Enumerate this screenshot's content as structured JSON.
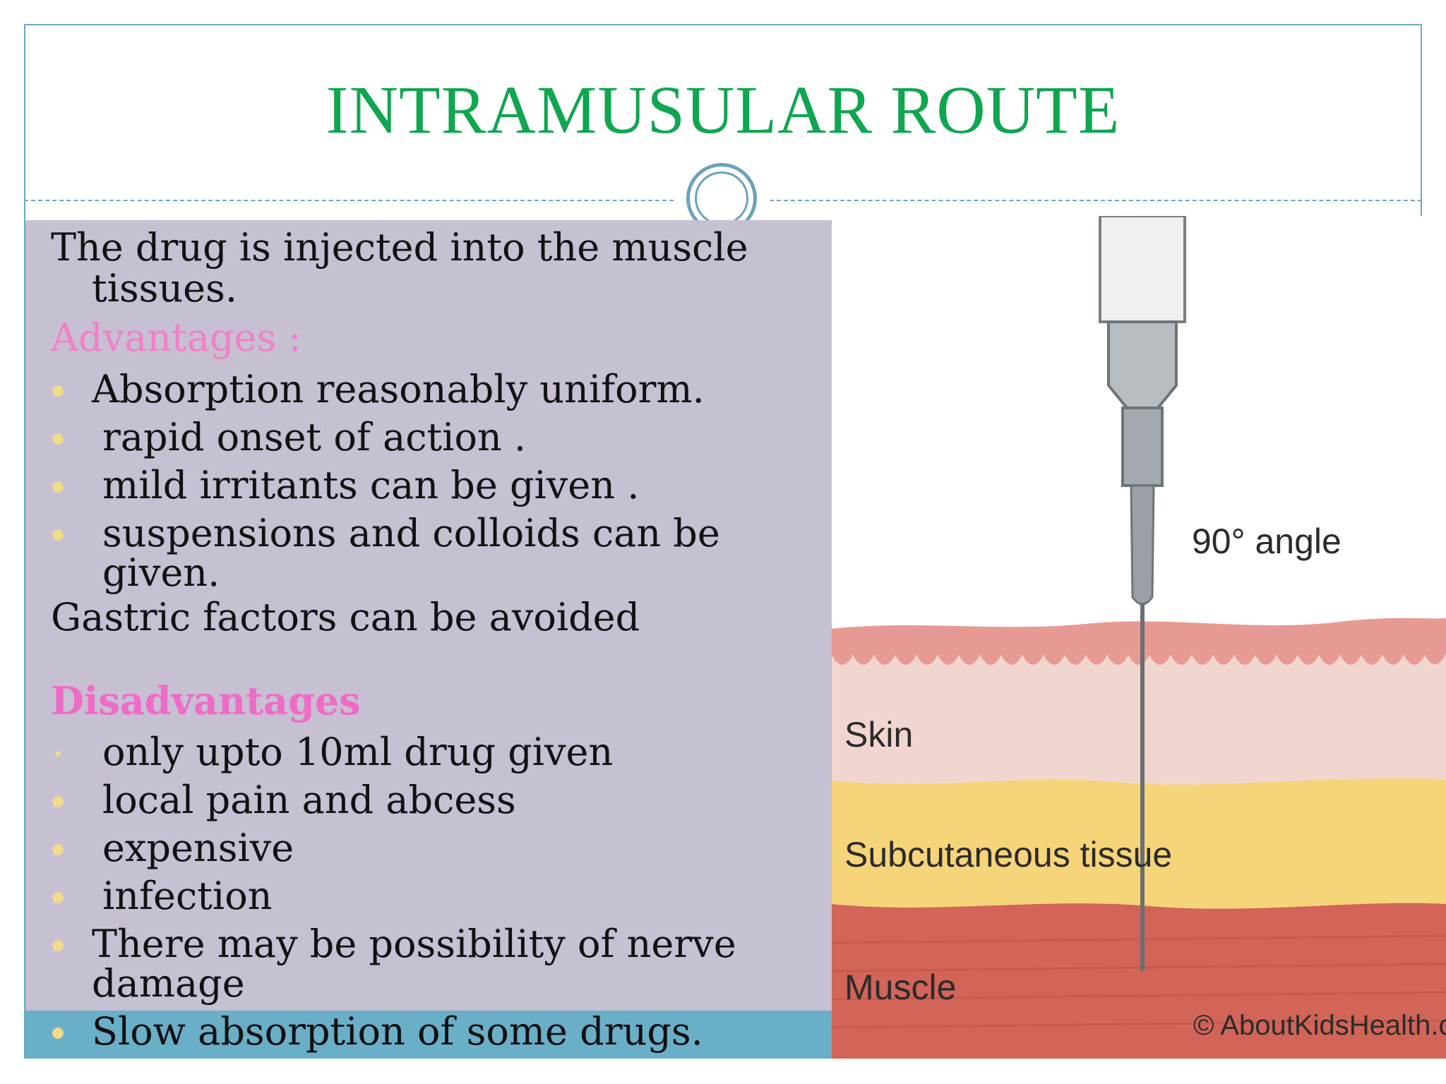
{
  "slide": {
    "title": "INTRAMUSULAR ROUTE",
    "intro": "The drug is injected into the muscle tissues.",
    "advantages_heading": "Advantages :",
    "advantages": [
      "Absorption  reasonably  uniform.",
      " rapid onset of action .",
      " mild irritants can be given .",
      " suspensions and colloids can be given."
    ],
    "note": "Gastric factors can be avoided",
    "disadvantages_heading": "Disadvantages",
    "disadvantages": [
      " only upto 10ml drug given",
      " local pain and abcess",
      " expensive",
      " infection",
      "There may be possibility of nerve damage",
      "Slow absorption of some drugs."
    ]
  },
  "illustration": {
    "angle_label": "90° angle",
    "skin_label": "Skin",
    "subcutaneous_label": "Subcutaneous tissue",
    "muscle_label": "Muscle",
    "credit": "© AboutKidsHealth.ca",
    "colors": {
      "skin": "#f1d6d0",
      "epidermis": "#e79a93",
      "fat": "#f6d47a",
      "muscle": "#d26458",
      "needle": "#9aa0a5"
    }
  },
  "colors": {
    "title": "#0fa64f",
    "panel": "#c7bfd2",
    "advantages_heading": "#f37fc6",
    "disadvantages_heading": "#f06ac7",
    "bullet": "#f0db8a",
    "accent": "#6fa8bb"
  }
}
